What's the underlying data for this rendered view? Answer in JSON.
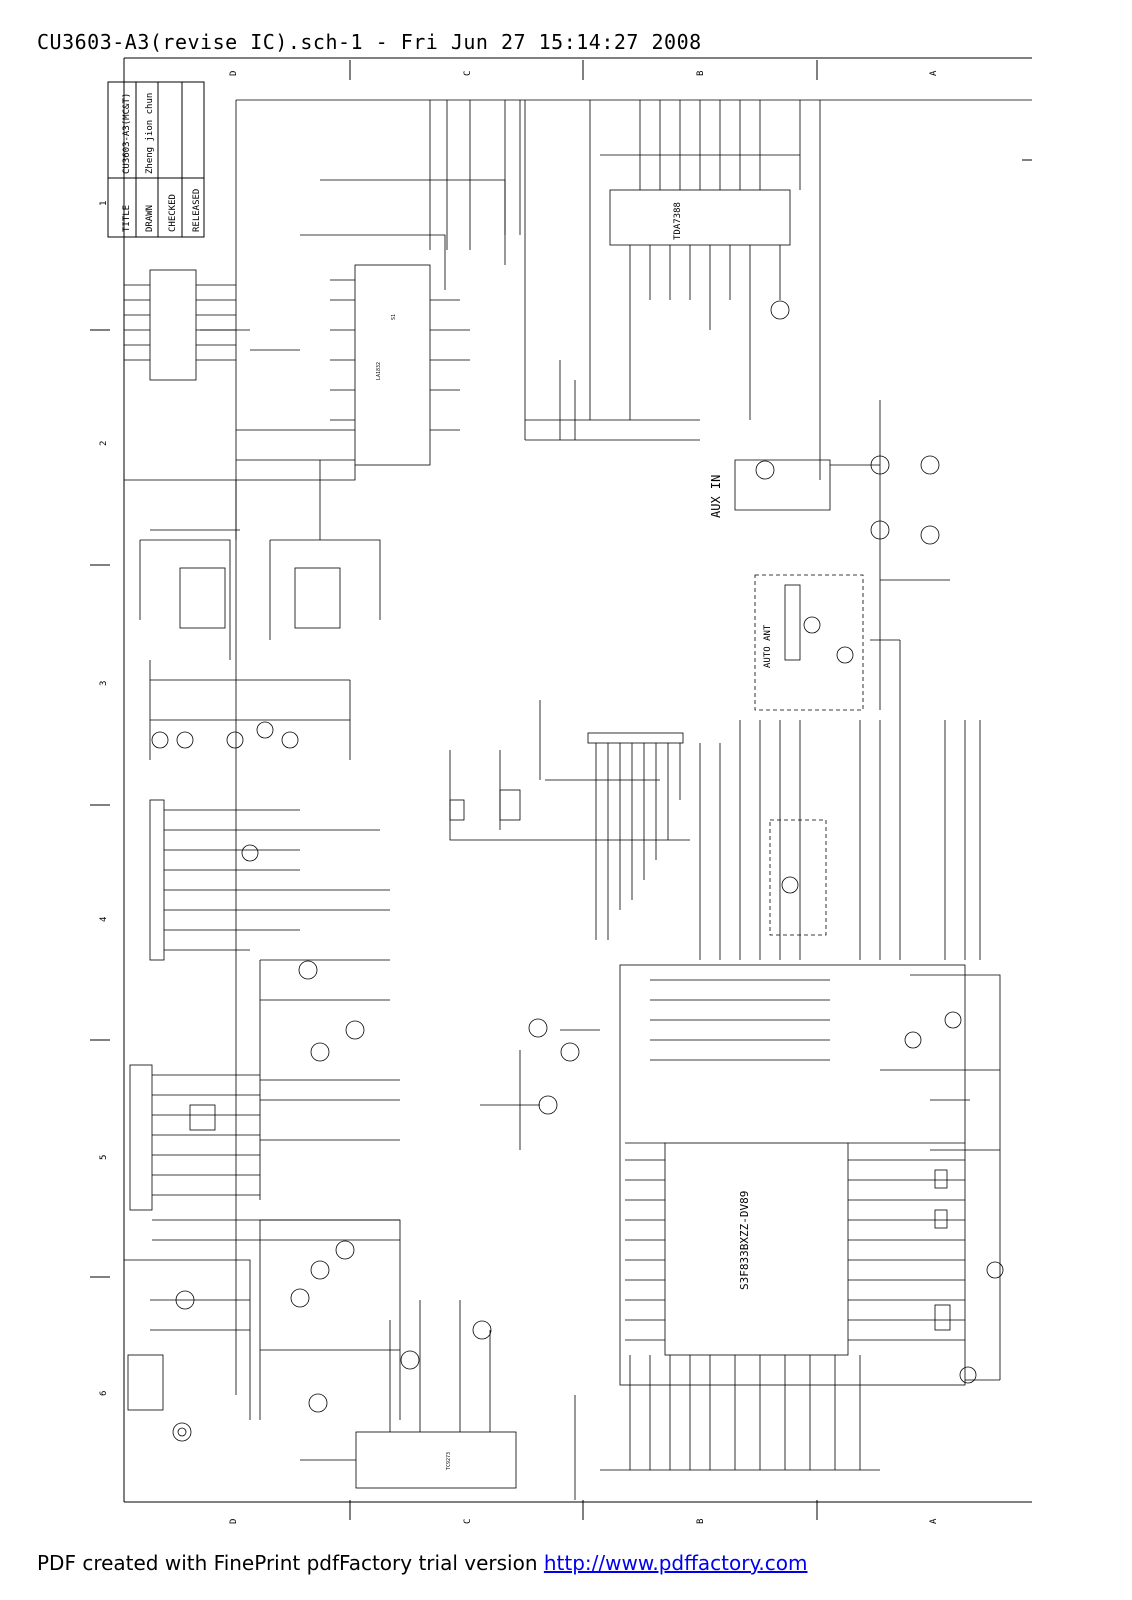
{
  "header": {
    "title": "CU3603-A3(revise IC).sch-1 - Fri Jun 27 15:14:27 2008"
  },
  "footer": {
    "text": "PDF created with FinePrint pdfFactory trial version ",
    "link": "http://www.pdffactory.com"
  },
  "title_block": {
    "labels": [
      "TITLE",
      "DRAWN",
      "CHECKED",
      "RELEASED"
    ],
    "title_value": "CU3603-A3(MC&T)",
    "drawn_value": "Zheng jion chun"
  },
  "border": {
    "zones_top": [
      "D",
      "C",
      "B",
      "A"
    ],
    "zones_bottom": [
      "D",
      "C",
      "B",
      "A"
    ],
    "rows": [
      "1",
      "2",
      "3",
      "4",
      "5",
      "6"
    ]
  },
  "annotations": {
    "aux_in": "AUX IN",
    "auto_ant": "AUTO ANT"
  },
  "components": {
    "ic_tuner": "S1",
    "ic_tuner_part": "LA1832",
    "ic_amp": "TDA7388",
    "ic_main": "S3F833BXZZ-DV89",
    "ic_bottom": "TC9273"
  }
}
